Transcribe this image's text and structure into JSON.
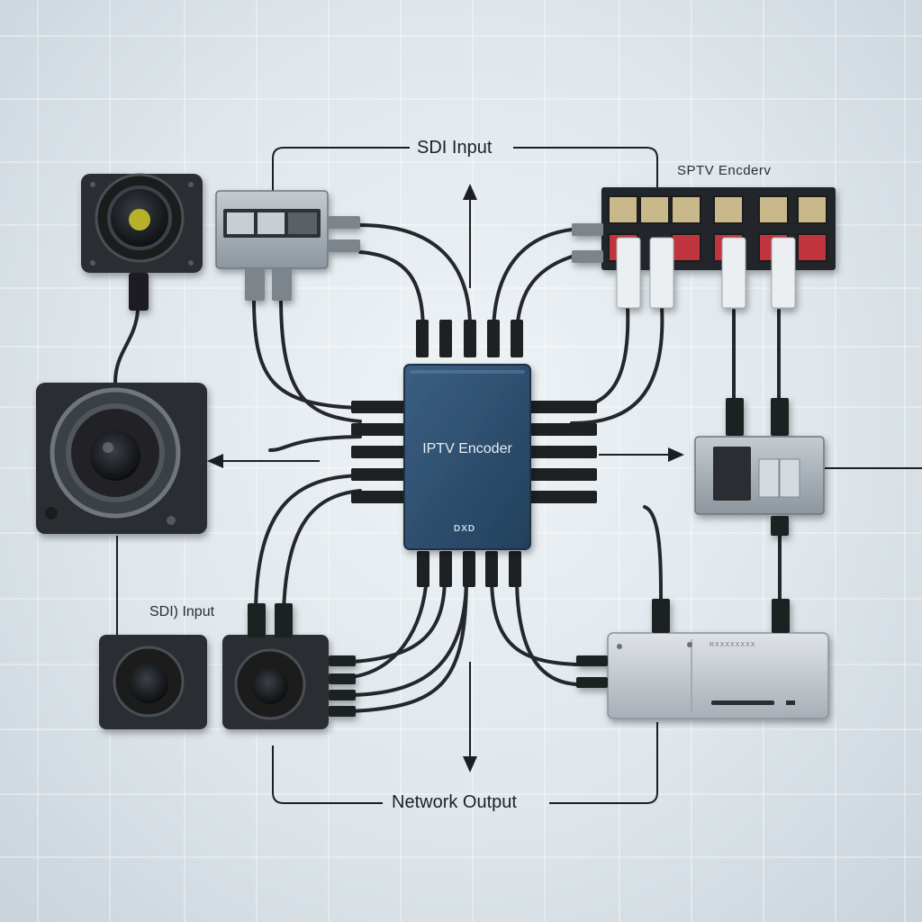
{
  "labels": {
    "sdi_input_top": "SDI Input",
    "sptv_encoder": "SPTV Encderv",
    "sdi_input_bottom": "SDI) Input",
    "network_output": "Network Output",
    "iptv_encoder": "IPTV Encoder",
    "encoder_brand": "DXD",
    "router_brand": "RXXXXXXXX"
  },
  "colors": {
    "background": "#e3eaef",
    "grid": "#ffffff",
    "encoder_body": "#2d4a66",
    "camera_body": "#2b2e33",
    "device_gray": "#9aa3ab",
    "cable": "#2a2d31",
    "rj45_red": "#c0343c"
  },
  "icons": [
    "camera-icon",
    "ethernet-switch-icon",
    "router-icon",
    "network-box-icon",
    "iptv-encoder-icon"
  ]
}
